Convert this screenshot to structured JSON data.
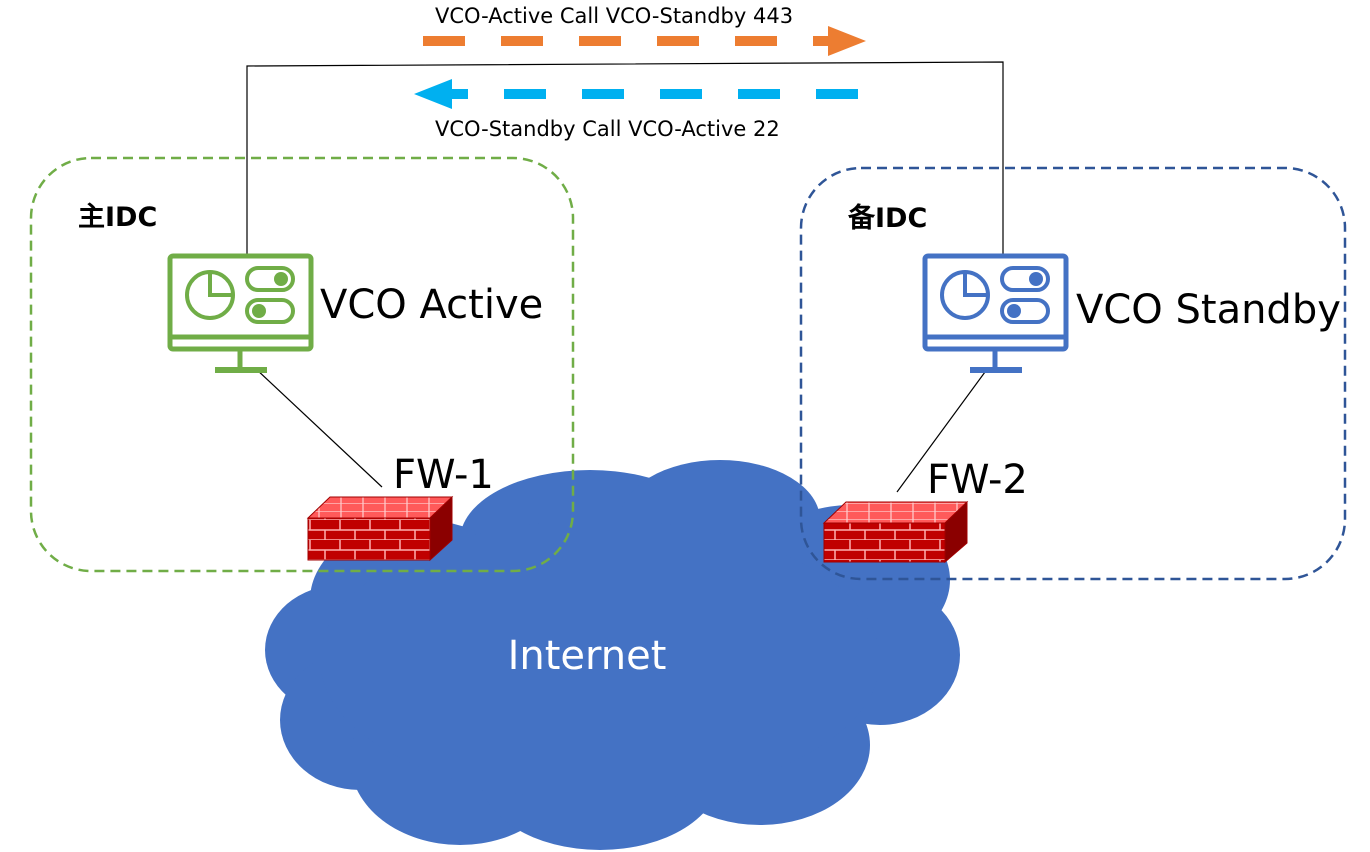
{
  "arrows": {
    "top_label": "VCO-Active Call VCO-Standby 443",
    "top_color": "#ED7D31",
    "bottom_label": "VCO-Standby Call VCO-Active 22",
    "bottom_color": "#00B0F0"
  },
  "zones": {
    "primary": {
      "label": "主IDC",
      "border_color": "#70AD47"
    },
    "standby": {
      "label": "备IDC",
      "border_color": "#2F5597"
    }
  },
  "nodes": {
    "vco_active": {
      "label": "VCO Active",
      "icon": "monitor-dashboard-icon",
      "color": "#70AD47"
    },
    "vco_standby": {
      "label": "VCO Standby",
      "icon": "monitor-dashboard-icon",
      "color": "#4472C4"
    },
    "fw1": {
      "label": "FW-1",
      "icon": "firewall-icon"
    },
    "fw2": {
      "label": "FW-2",
      "icon": "firewall-icon"
    },
    "internet": {
      "label": "Internet",
      "icon": "cloud-icon",
      "color": "#4472C4"
    }
  }
}
